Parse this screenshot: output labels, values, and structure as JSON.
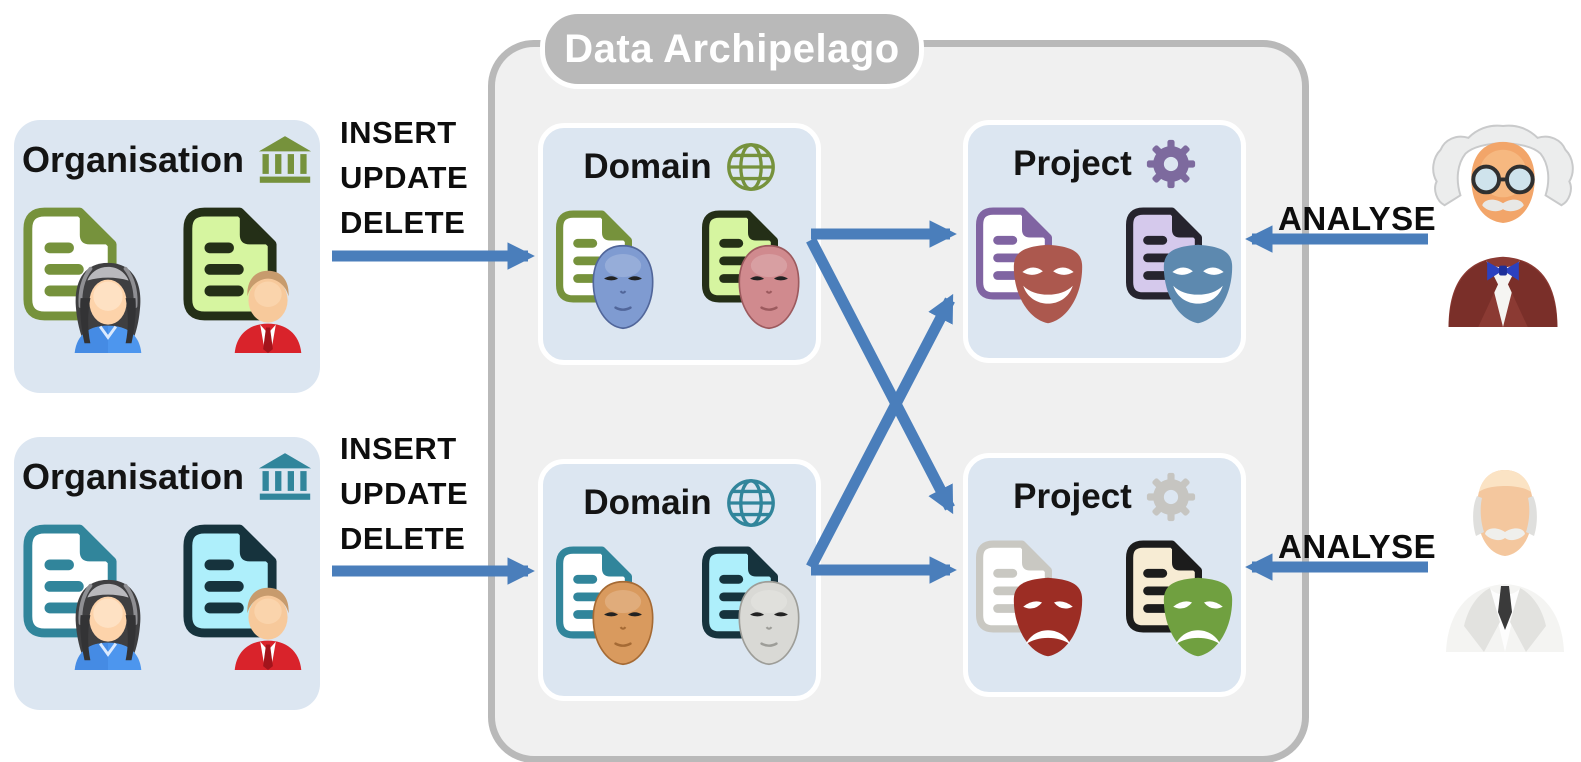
{
  "diagram_title": "Data Archipelago",
  "organisations": [
    {
      "label": "Organisation",
      "theme": "green",
      "icon": "bank-icon"
    },
    {
      "label": "Organisation",
      "theme": "teal",
      "icon": "bank-icon"
    }
  ],
  "flows": [
    {
      "lines": [
        "INSERT",
        "UPDATE",
        "DELETE"
      ]
    },
    {
      "lines": [
        "INSERT",
        "UPDATE",
        "DELETE"
      ]
    }
  ],
  "domains": [
    {
      "label": "Domain",
      "theme": "green",
      "icon": "globe-icon"
    },
    {
      "label": "Domain",
      "theme": "teal",
      "icon": "globe-icon"
    }
  ],
  "projects": [
    {
      "label": "Project",
      "theme": "purple",
      "icon": "gear-icon"
    },
    {
      "label": "Project",
      "theme": "gray",
      "icon": "gear-icon"
    }
  ],
  "analyses": [
    {
      "label": "ANALYSE",
      "figure": "professor-figure"
    },
    {
      "label": "ANALYSE",
      "figure": "scientist-figure"
    }
  ],
  "edges": [
    {
      "from": "organisation-1",
      "to": "domain-1",
      "label": "INSERT UPDATE DELETE"
    },
    {
      "from": "organisation-2",
      "to": "domain-2",
      "label": "INSERT UPDATE DELETE"
    },
    {
      "from": "domain-1",
      "to": "project-1"
    },
    {
      "from": "domain-1",
      "to": "project-2"
    },
    {
      "from": "domain-2",
      "to": "project-1"
    },
    {
      "from": "domain-2",
      "to": "project-2"
    },
    {
      "from": "analyst-1",
      "to": "project-1",
      "label": "ANALYSE"
    },
    {
      "from": "analyst-2",
      "to": "project-2",
      "label": "ANALYSE"
    }
  ],
  "colors": {
    "arrow_blue": "#4a7ebb",
    "panel_fill": "#dce6f1",
    "container_fill": "#f0f0f0",
    "container_border": "#b9b9b9",
    "pill_fill": "#b9b9b9",
    "pill_text": "#ffffff",
    "green": "#76923c",
    "teal": "#31859b",
    "purple": "#7d6a9e",
    "gray": "#c6c5c1",
    "text": "#0d0d0d"
  }
}
